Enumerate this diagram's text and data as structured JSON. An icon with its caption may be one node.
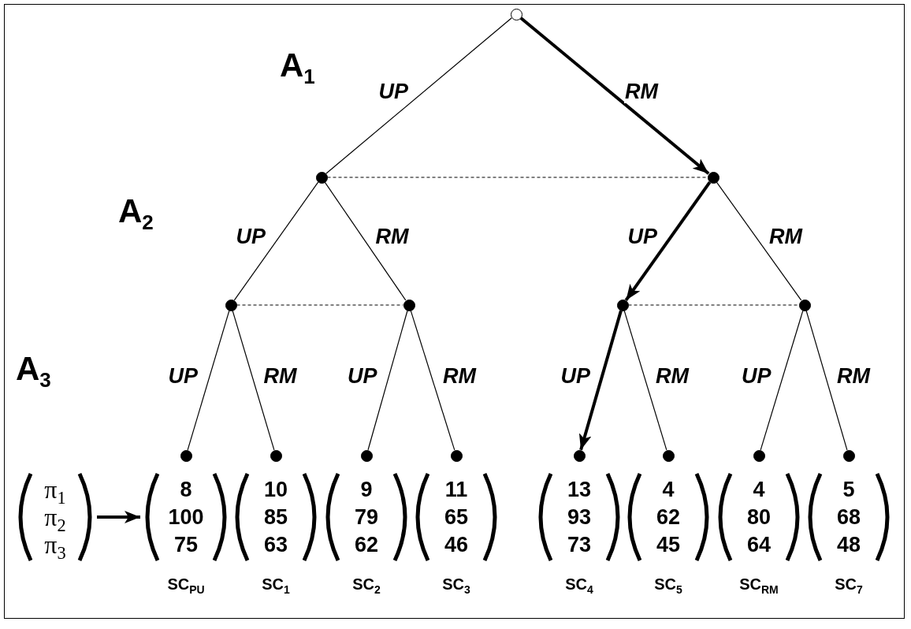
{
  "diagram": {
    "nodes": [
      {
        "text": [],
        "shape": "circle"
      },
      {
        "text": [],
        "shape": "circle"
      },
      {
        "text": [],
        "shape": "circle"
      },
      {
        "text": [],
        "shape": "circle"
      },
      {
        "text": [],
        "shape": "circle"
      },
      {
        "text": [],
        "shape": "circle"
      },
      {
        "text": [],
        "shape": "circle"
      },
      {
        "text": [],
        "shape": "circle"
      },
      {
        "text": [],
        "shape": "circle"
      },
      {
        "text": [],
        "shape": "circle"
      },
      {
        "text": [],
        "shape": "circle"
      },
      {
        "text": [],
        "shape": "circle"
      },
      {
        "text": [],
        "shape": "circle"
      },
      {
        "text": [],
        "shape": "circle"
      },
      {
        "text": [],
        "shape": "circle"
      },
      {
        "text": [
          "π$_{1}$",
          "π$_{2}$",
          "π$_{3}$"
        ]
      },
      {
        "text": [
          "8",
          "100",
          "75"
        ],
        "beside": [
          "SC$_{PU}$"
        ]
      },
      {
        "text": [
          "10",
          "85",
          "63"
        ],
        "beside": [
          "SC$_{1}$"
        ]
      },
      {
        "text": [
          "9",
          "79",
          "62"
        ],
        "beside": [
          "SC$_{2}$"
        ]
      },
      {
        "text": [
          "11",
          "65",
          "46"
        ],
        "beside": [
          "SC$_{3}$"
        ]
      },
      {
        "text": [
          "13",
          "93",
          "73"
        ],
        "beside": [
          "SC$_{4}$"
        ]
      },
      {
        "text": [
          "4",
          "62",
          "45"
        ],
        "beside": [
          "SC$_{5}$"
        ]
      },
      {
        "text": [
          "4",
          "80",
          "64"
        ],
        "beside": [
          "SC$_{RM}$"
        ]
      },
      {
        "text": [
          "5",
          "68",
          "48"
        ],
        "beside": [
          "SC$_{7}$"
        ]
      }
    ],
    "edges": [
      {
        "from": 0,
        "to": 1,
        "arrow": "none",
        "label": "UP"
      },
      {
        "from": 0,
        "to": 2,
        "arrow": "to",
        "label": "RM",
        "style": "thick"
      },
      {
        "from": 1,
        "to": 2,
        "arrow": "none",
        "style": "dashed"
      },
      {
        "from": 1,
        "to": 3,
        "arrow": "none",
        "label": "UP"
      },
      {
        "from": 1,
        "to": 4,
        "arrow": "none",
        "label": "RM"
      },
      {
        "from": 2,
        "to": 5,
        "arrow": "to",
        "label": "UP",
        "style": "thick"
      },
      {
        "from": 2,
        "to": 6,
        "arrow": "none",
        "label": "RM"
      },
      {
        "from": 3,
        "to": 4,
        "arrow": "none",
        "style": "dashed"
      },
      {
        "from": 5,
        "to": 6,
        "arrow": "none",
        "style": "dashed"
      },
      {
        "from": 3,
        "to": 7,
        "arrow": "none",
        "label": "UP"
      },
      {
        "from": 3,
        "to": 8,
        "arrow": "none",
        "label": "RM"
      },
      {
        "from": 4,
        "to": 9,
        "arrow": "none",
        "label": "UP"
      },
      {
        "from": 4,
        "to": 10,
        "arrow": "none",
        "label": "RM"
      },
      {
        "from": 5,
        "to": 11,
        "arrow": "to",
        "label": "UP",
        "style": "thick"
      },
      {
        "from": 5,
        "to": 12,
        "arrow": "none",
        "label": "RM"
      },
      {
        "from": 6,
        "to": 13,
        "arrow": "none",
        "label": "UP"
      },
      {
        "from": 6,
        "to": 14,
        "arrow": "none",
        "label": "RM"
      },
      {
        "from": 15,
        "to": 16,
        "arrow": "to",
        "style": "thick"
      }
    ],
    "labels": [
      "A$_{1}$",
      "A$_{2}$",
      "A$_{3}$"
    ]
  }
}
